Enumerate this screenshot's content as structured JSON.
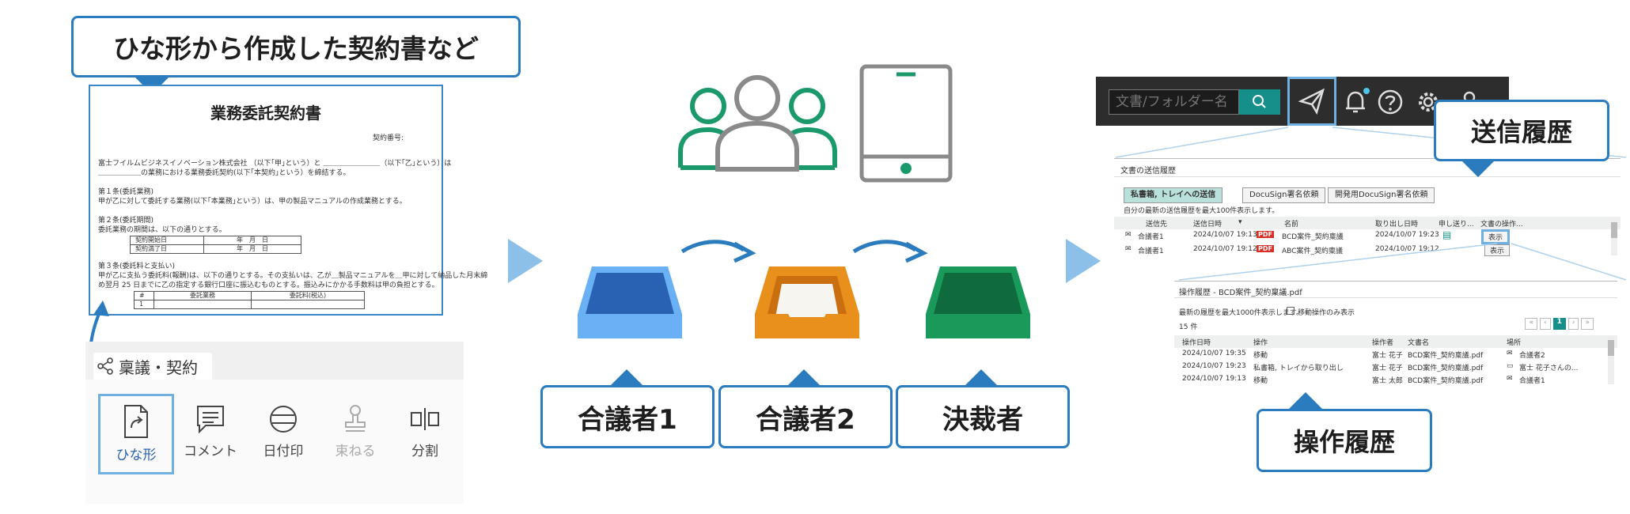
{
  "left": {
    "callout": "ひな形から作成した契約書など",
    "document": {
      "title": "業務委託契約書",
      "number_label": "契約番号:",
      "intro1": "富士フイルムビジネスイノベーション株式会社 （以下｢甲｣という）と ＿＿＿＿＿＿＿＿（以下｢乙｣という）は",
      "intro2": "＿＿＿＿＿＿の業務における業務委託契約(以下｢本契約｣という）を締結する。",
      "a1_title": "第１条(委託業務)",
      "a1_body": "甲が乙に対して委託する業務(以下｢本業務｣という）は、甲の製品マニュアルの作成業務とする。",
      "a2_title": "第２条(委託期間)",
      "a2_body": "委託業務の期間は、以下の通りとする。",
      "period_rows": [
        {
          "label": "契約開始日",
          "value": "年　月　日"
        },
        {
          "label": "契約満了日",
          "value": "年　月　日"
        }
      ],
      "a3_title": "第３条(委託料と支払い)",
      "a3_body1": "甲が乙に支払う委託料(報酬)は、以下の通りとする。その支払いは、乙が＿製品マニュアルを＿甲に対して納品した月末締",
      "a3_body2": "め翌月 25 日までに乙の指定する銀行口座に振込むものとする。振込みにかかる手数料は甲の負担とする。",
      "fee_header": [
        "#",
        "委託業務",
        "委託料(税込)"
      ],
      "fee_row1": [
        "1",
        "",
        ""
      ]
    },
    "panel": {
      "tab_label": "稟議・契約",
      "tools": [
        {
          "label": "ひな形",
          "icon": "document-arrow-icon"
        },
        {
          "label": "コメント",
          "icon": "comment-icon"
        },
        {
          "label": "日付印",
          "icon": "date-stamp-icon"
        },
        {
          "label": "束ねる",
          "icon": "bundle-stamp-icon"
        },
        {
          "label": "分割",
          "icon": "split-icon"
        }
      ]
    }
  },
  "middle": {
    "labels": [
      "合議者1",
      "合議者2",
      "決裁者"
    ],
    "colors": {
      "blue": "#2a62b3",
      "blue_light": "#6ab0f5",
      "orange": "#e8901b",
      "orange_dark": "#c96f10",
      "green": "#1a9a5a",
      "green_dark": "#0f6a3e",
      "people_green": "#1a9a6a",
      "people_gray": "#8a8a8a"
    }
  },
  "right": {
    "toolbar": {
      "search_placeholder": "文書/フォルダー名"
    },
    "send_callout": "送信履歴",
    "op_callout": "操作履歴",
    "send_window": {
      "title": "文書の送信履歴",
      "tabs": [
        "私書箱, トレイへの送信",
        "DocuSign署名依頼",
        "開発用DocuSign署名依頼"
      ],
      "note": "自分の最新の送信履歴を最大100件表示します。",
      "headers": [
        "送信先",
        "送信日時",
        "名前",
        "取り出し日時",
        "申し送り...",
        "文書の操作..."
      ],
      "rows": [
        {
          "dest": "合議者1",
          "sent": "2024/10/07 19:13",
          "name": "BCD案件_契約稟議",
          "taken": "2024/10/07 19:23",
          "action": "表示"
        },
        {
          "dest": "合議者1",
          "sent": "2024/10/07 19:12",
          "name": "ABC案件_契約稟議",
          "taken": "2024/10/07 19:12",
          "action": "表示"
        }
      ],
      "pdf_badge": "PDF"
    },
    "op_window": {
      "title": "操作履歴 - BCD案件_契約稟議.pdf",
      "note": "最新の履歴を最大1000件表示します。",
      "checkbox_label": "移動操作のみ表示",
      "count": "15 件",
      "page": "1",
      "headers": [
        "操作日時",
        "操作",
        "操作者",
        "文書名",
        "場所"
      ],
      "rows": [
        {
          "time": "2024/10/07 19:35",
          "op": "移動",
          "user": "富士 花子",
          "doc": "BCD案件_契約稟議.pdf",
          "place": "合議者2"
        },
        {
          "time": "2024/10/07 19:23",
          "op": "私書箱, トレイから取り出し",
          "user": "富士 花子",
          "doc": "BCD案件_契約稟議.pdf",
          "place": "富士 花子さんの..."
        },
        {
          "time": "2024/10/07 19:13",
          "op": "移動",
          "user": "富士 太郎",
          "doc": "BCD案件_契約稟議.pdf",
          "place": "合議者1"
        }
      ]
    }
  }
}
